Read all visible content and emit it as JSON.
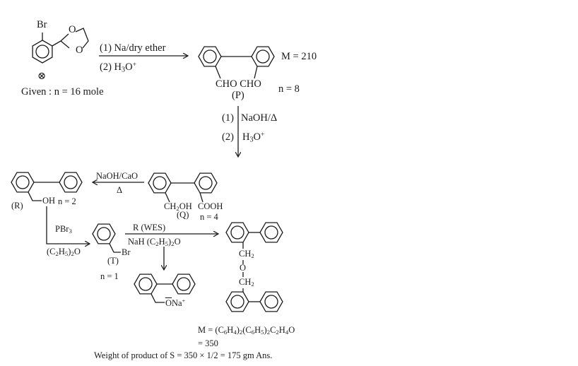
{
  "diagram": {
    "type": "reaction-scheme",
    "start": {
      "label_symbol": "⊗",
      "substituent_br": "Br",
      "ring_o1": "O",
      "ring_o2": "O",
      "given": "Given : n = 16 mole"
    },
    "step1": {
      "reagent1": "(1) Na/dry ether",
      "reagent2_prefix": "(2) H",
      "reagent2_sub": "3",
      "reagent2_main": "O",
      "reagent2_sup": "+"
    },
    "P": {
      "label": "(P)",
      "groups": "CHO CHO",
      "mass": "M = 210",
      "moles": "n = 8"
    },
    "step2": {
      "reagent1_num": "(1)",
      "reagent1": "NaOH/Δ",
      "reagent2_num": "(2)",
      "reagent2_prefix": "H",
      "reagent2_sub": "3",
      "reagent2_main": "O",
      "reagent2_sup": "+"
    },
    "Q": {
      "label": "(Q)",
      "group1_a": "CH",
      "group1_sub": "2",
      "group1_b": "OH",
      "group2": "COOH",
      "moles": "n = 4"
    },
    "step3": {
      "reagent_top": "NaOH/CaO",
      "reagent_bottom": "Δ"
    },
    "R": {
      "label": "(R)",
      "group": "OH",
      "moles": "n = 2"
    },
    "step4": {
      "reagent_top_a": "PBr",
      "reagent_top_sub": "3",
      "reagent_bottom_a": "(C",
      "reagent_bottom_s1": "2",
      "reagent_bottom_b": "H",
      "reagent_bottom_s2": "5",
      "reagent_bottom_c": ")",
      "reagent_bottom_s3": "2",
      "reagent_bottom_d": "O"
    },
    "T": {
      "label": "(T)",
      "group": "Br",
      "moles": "n = 1"
    },
    "step5": {
      "reagent_top": "R  (WES)",
      "reagent_bottom_a": "NaH",
      "reagent_bottom_b": "(C",
      "reagent_bottom_s1": "2",
      "reagent_bottom_c": "H",
      "reagent_bottom_s2": "5",
      "reagent_bottom_d": ")",
      "reagent_bottom_s3": "2",
      "reagent_bottom_e": "O"
    },
    "alkoxide": {
      "group_o": "O",
      "group_na": "Na",
      "group_sup": "+"
    },
    "S": {
      "ch2_top": "CH",
      "ch2_top_sub": "2",
      "o": "O",
      "ch2_bottom": "CH",
      "ch2_bottom_sub": "2"
    },
    "calc": {
      "m_prefix": "M = (C",
      "formula": [
        {
          "t": "M = (C"
        },
        {
          "s": "6"
        },
        {
          "t": "H"
        },
        {
          "s": "4"
        },
        {
          "t": ")"
        },
        {
          "s": "2"
        },
        {
          "t": "(C"
        },
        {
          "s": "6"
        },
        {
          "t": "H"
        },
        {
          "s": "5"
        },
        {
          "t": ")"
        },
        {
          "s": "2"
        },
        {
          "t": "C"
        },
        {
          "s": "2"
        },
        {
          "t": "H"
        },
        {
          "s": "4"
        },
        {
          "t": "O"
        }
      ],
      "mass_line": "= 350",
      "answer": "Weight of  product of  S = 350 × 1/2 = 175 gm Ans."
    }
  }
}
